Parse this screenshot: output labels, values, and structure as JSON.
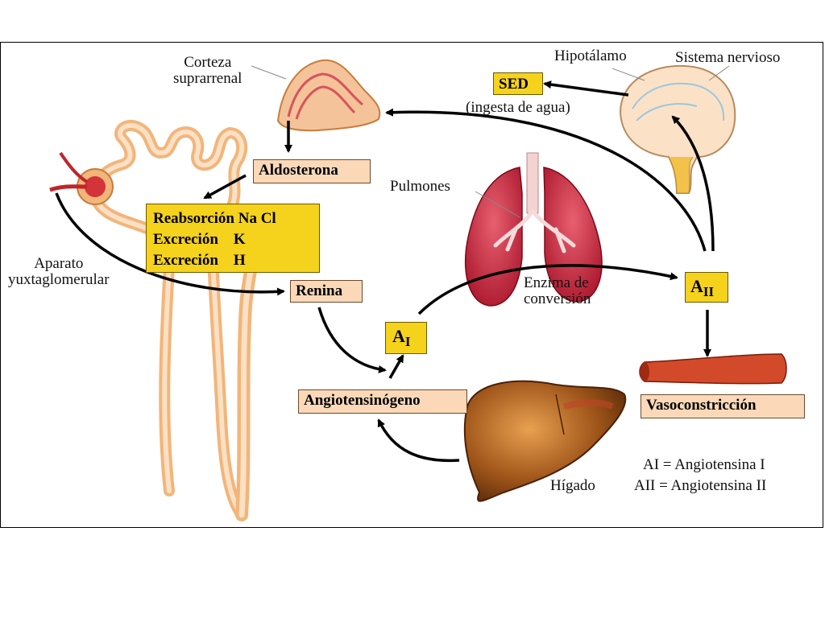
{
  "labels": {
    "corteza": "Corteza",
    "suprarrenal": "suprarrenal",
    "hipotalamo": "Hipotálamo",
    "sistema_nervioso": "Sistema nervioso",
    "sed": "SED",
    "ingesta": "(ingesta de agua)",
    "aldosterona": "Aldosterona",
    "pulmones": "Pulmones",
    "reabsorcion": "Reabsorción",
    "na_cl": "Na  Cl",
    "excrecion_1": "Excreción",
    "k": "K",
    "excrecion_2": "Excreción",
    "h": "H",
    "aparato": "Aparato",
    "yuxtaglomerular": "yuxtaglomerular",
    "renina": "Renina",
    "enzima": "Enzima de",
    "conversion": "conversión",
    "a_letter_1": "A",
    "a_sub_1": "I",
    "a_letter_2": "A",
    "a_sub_2": "II",
    "angiotensinogeno": "Angiotensinógeno",
    "vasoconstriccion": "Vasoconstricción",
    "higado": "Hígado",
    "legend_ai": "AI = Angiotensina I",
    "legend_aii": "AII = Angiotensina II"
  },
  "colors": {
    "box_peach": "#fbd9b8",
    "box_yellow": "#f5d21c",
    "kidney_tubule": "#f2b57a",
    "lung": "#c8283a",
    "liver": "#8a4a10",
    "vessel": "#d24a2a",
    "arrow": "#000000"
  },
  "icons": [
    "adrenal-gland-icon",
    "brain-icon",
    "lungs-icon",
    "liver-icon",
    "blood-vessel-icon",
    "nephron-icon"
  ]
}
